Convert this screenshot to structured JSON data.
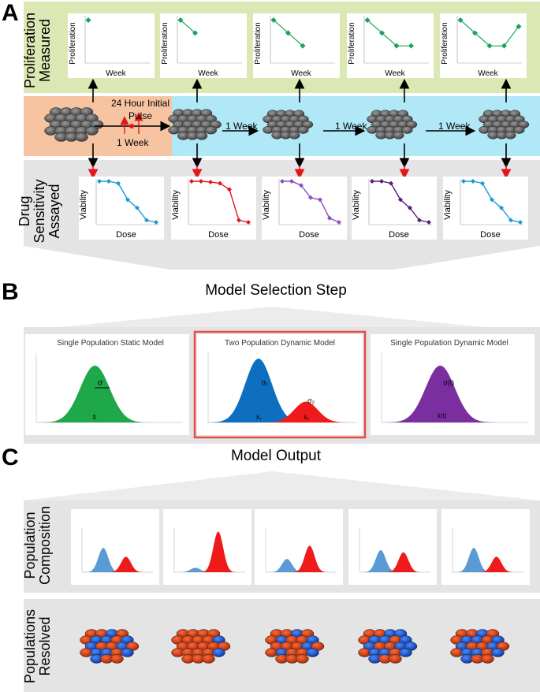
{
  "panels": {
    "a": {
      "letter": "A",
      "proliferation_label": "Proliferation\nMeasured",
      "sensitivity_label": "Drug\nSensitivity\nAssayed",
      "pulse_label": "24 Hour Initial\nPulse",
      "first_week_label": "1 Week",
      "week_labels": [
        "1 Week",
        "1 Week",
        "1 Week"
      ],
      "prolif_chart": {
        "ylabel": "Proliferation",
        "xlabel": "Week"
      },
      "viab_chart": {
        "ylabel": "Viability",
        "xlabel": "Dose"
      }
    },
    "b": {
      "letter": "B",
      "title": "Model Selection Step",
      "models": [
        {
          "title": "Single Population Static Model",
          "sigma_label": "σ",
          "mu_label": "x̄"
        },
        {
          "title": "Two Population Dynamic Model",
          "sigma_label": "σ₁",
          "sigma2_label": "σ₂",
          "mu_label": "x̄₁",
          "mu2_label": "x̄₂"
        },
        {
          "title": "Single Population Dynamic Model",
          "sigma_label": "σ(t)",
          "mu_label": "x̄(t)"
        }
      ]
    },
    "c": {
      "letter": "C",
      "title": "Model Output",
      "composition_label": "Population\nComposition",
      "resolved_label": "Populations\nResolved"
    }
  },
  "colors": {
    "green_band": "#dbe8b4",
    "orange_band": "#f7c4a2",
    "blue_band": "#b0e8f7",
    "gray_band": "#e4e4e4",
    "prolif_line": "#1aa35c",
    "red_arrow": "#e8141b",
    "green_fill": "#1ea84a",
    "blue_fill": "#0e6fc1",
    "red_fill": "#ef1a1a",
    "purple_fill": "#7a2ea0",
    "light_blue": "#5b9bd5",
    "highlight_box": "#e84a4a"
  },
  "chart_data": [
    {
      "type": "line",
      "name": "proliferation-1",
      "x": [
        0
      ],
      "y": [
        1.0
      ],
      "ylim": [
        0,
        1.1
      ],
      "xlim": [
        0,
        4
      ]
    },
    {
      "type": "line",
      "name": "proliferation-2",
      "x": [
        0,
        1
      ],
      "y": [
        1.0,
        0.7
      ],
      "ylim": [
        0,
        1.1
      ],
      "xlim": [
        0,
        4
      ]
    },
    {
      "type": "line",
      "name": "proliferation-3",
      "x": [
        0,
        1,
        2
      ],
      "y": [
        1.0,
        0.7,
        0.4
      ],
      "ylim": [
        0,
        1.1
      ],
      "xlim": [
        0,
        4
      ]
    },
    {
      "type": "line",
      "name": "proliferation-4",
      "x": [
        0,
        1,
        2,
        3
      ],
      "y": [
        1.0,
        0.7,
        0.4,
        0.4
      ],
      "ylim": [
        0,
        1.1
      ],
      "xlim": [
        0,
        4
      ]
    },
    {
      "type": "line",
      "name": "proliferation-5",
      "x": [
        0,
        1,
        2,
        3,
        4
      ],
      "y": [
        1.0,
        0.7,
        0.4,
        0.4,
        0.85
      ],
      "ylim": [
        0,
        1.1
      ],
      "xlim": [
        0,
        4
      ]
    },
    {
      "type": "line",
      "name": "viability-1",
      "color": "#1a9ad6",
      "x": [
        0,
        1,
        2,
        3,
        4,
        5,
        6
      ],
      "y": [
        1.0,
        1.0,
        0.95,
        0.55,
        0.35,
        0.05,
        0.0
      ]
    },
    {
      "type": "line",
      "name": "viability-2",
      "color": "#e3161d",
      "x": [
        0,
        1,
        2,
        3,
        4,
        5,
        6
      ],
      "y": [
        1.0,
        1.0,
        0.98,
        0.95,
        0.8,
        0.05,
        0.0
      ]
    },
    {
      "type": "line",
      "name": "viability-3",
      "color": "#8c4fc0",
      "x": [
        0,
        1,
        2,
        3,
        4,
        5,
        6
      ],
      "y": [
        1.0,
        1.0,
        0.9,
        0.6,
        0.55,
        0.1,
        0.0
      ]
    },
    {
      "type": "line",
      "name": "viability-4",
      "color": "#5b1e7a",
      "x": [
        0,
        1,
        2,
        3,
        4,
        5,
        6
      ],
      "y": [
        1.0,
        1.0,
        0.95,
        0.55,
        0.35,
        0.05,
        0.0
      ]
    },
    {
      "type": "line",
      "name": "viability-5",
      "color": "#1a9ad6",
      "x": [
        0,
        1,
        2,
        3,
        4,
        5,
        6
      ],
      "y": [
        1.0,
        1.0,
        0.95,
        0.55,
        0.35,
        0.05,
        0.0
      ]
    }
  ]
}
